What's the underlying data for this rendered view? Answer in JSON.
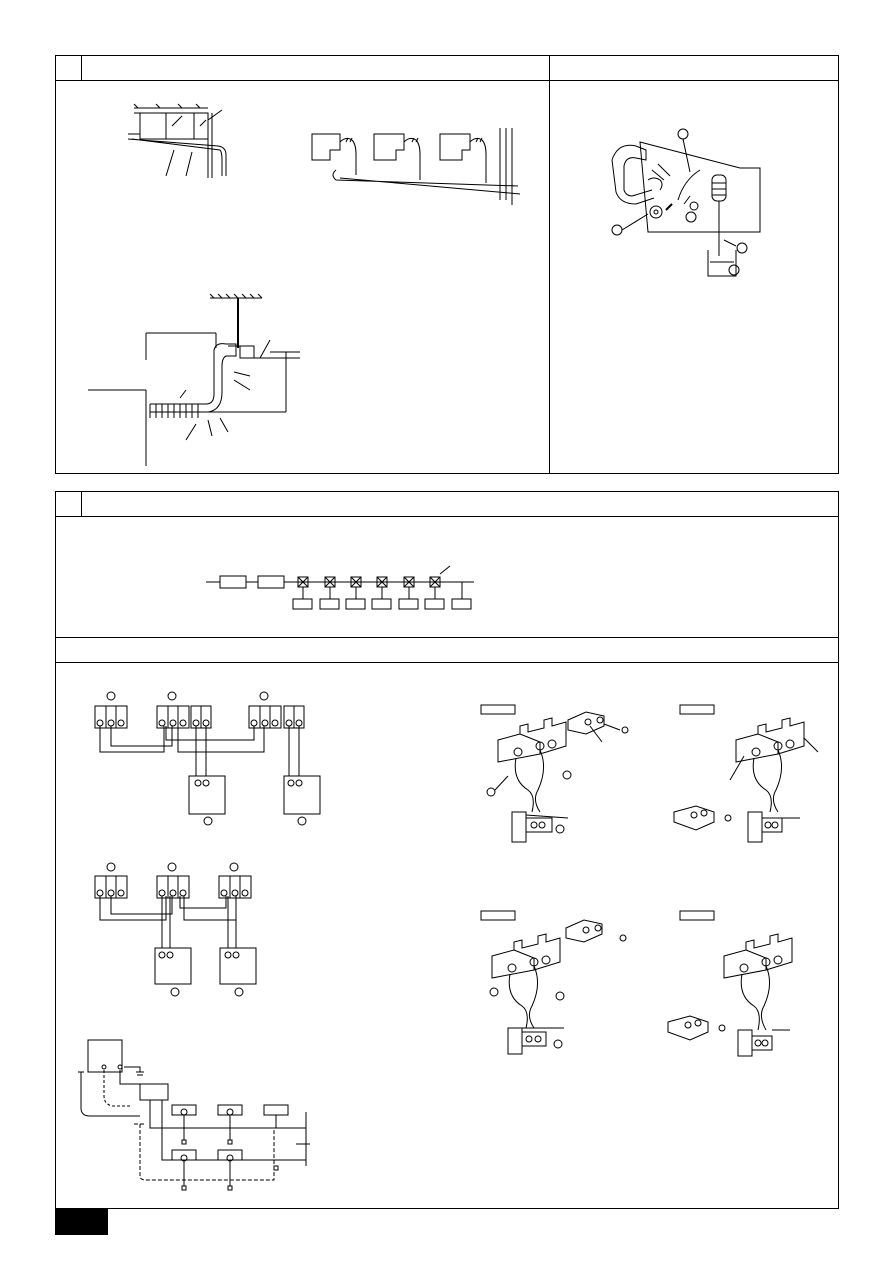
{
  "page": {
    "sections": [
      {
        "id": "drain-piping",
        "number": "",
        "title": ""
      },
      {
        "id": "drainage-test",
        "title": ""
      },
      {
        "id": "electrical-work",
        "number": "",
        "title": ""
      },
      {
        "id": "wiring",
        "title": ""
      }
    ],
    "footer": {
      "page_number": ""
    }
  }
}
